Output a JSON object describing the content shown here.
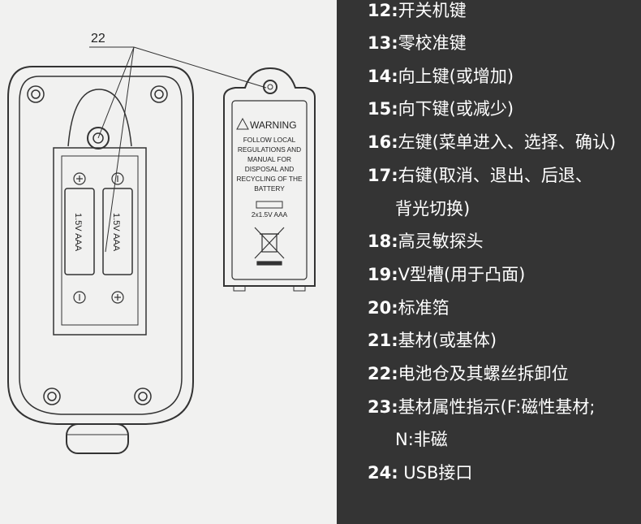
{
  "diagram": {
    "callout_label": "22",
    "battery_labels": [
      "1.5V AAA",
      "1.5V AAA"
    ],
    "cover": {
      "warning_title": "WARNING",
      "warning_lines": [
        "FOLLOW LOCAL",
        "REGULATIONS AND",
        "MANUAL FOR",
        "DISPOSAL AND",
        "RECYCLING OF THE",
        "BATTERY"
      ],
      "battery_spec": "2x1.5V AAA"
    }
  },
  "legend": [
    {
      "num": "12:",
      "text": "开关机键"
    },
    {
      "num": "13:",
      "text": "零校准键"
    },
    {
      "num": "14:",
      "text": "向上键(或增加)"
    },
    {
      "num": "15:",
      "text": "向下键(或减少)"
    },
    {
      "num": "16:",
      "text": "左键(菜单进入、选择、确认)"
    },
    {
      "num": "17:",
      "text": "右键(取消、退出、后退、",
      "cont": "背光切换)"
    },
    {
      "num": "18:",
      "text": "高灵敏探头"
    },
    {
      "num": "19:",
      "text": "V型槽(用于凸面)"
    },
    {
      "num": "20:",
      "text": "标准箔"
    },
    {
      "num": "21:",
      "text": "基材(或基体)"
    },
    {
      "num": "22:",
      "text": "电池仓及其螺丝拆卸位"
    },
    {
      "num": "23:",
      "text": "基材属性指示(F:磁性基材;",
      "cont": "N:非磁"
    },
    {
      "num": "24:",
      "text": " USB接口"
    }
  ]
}
